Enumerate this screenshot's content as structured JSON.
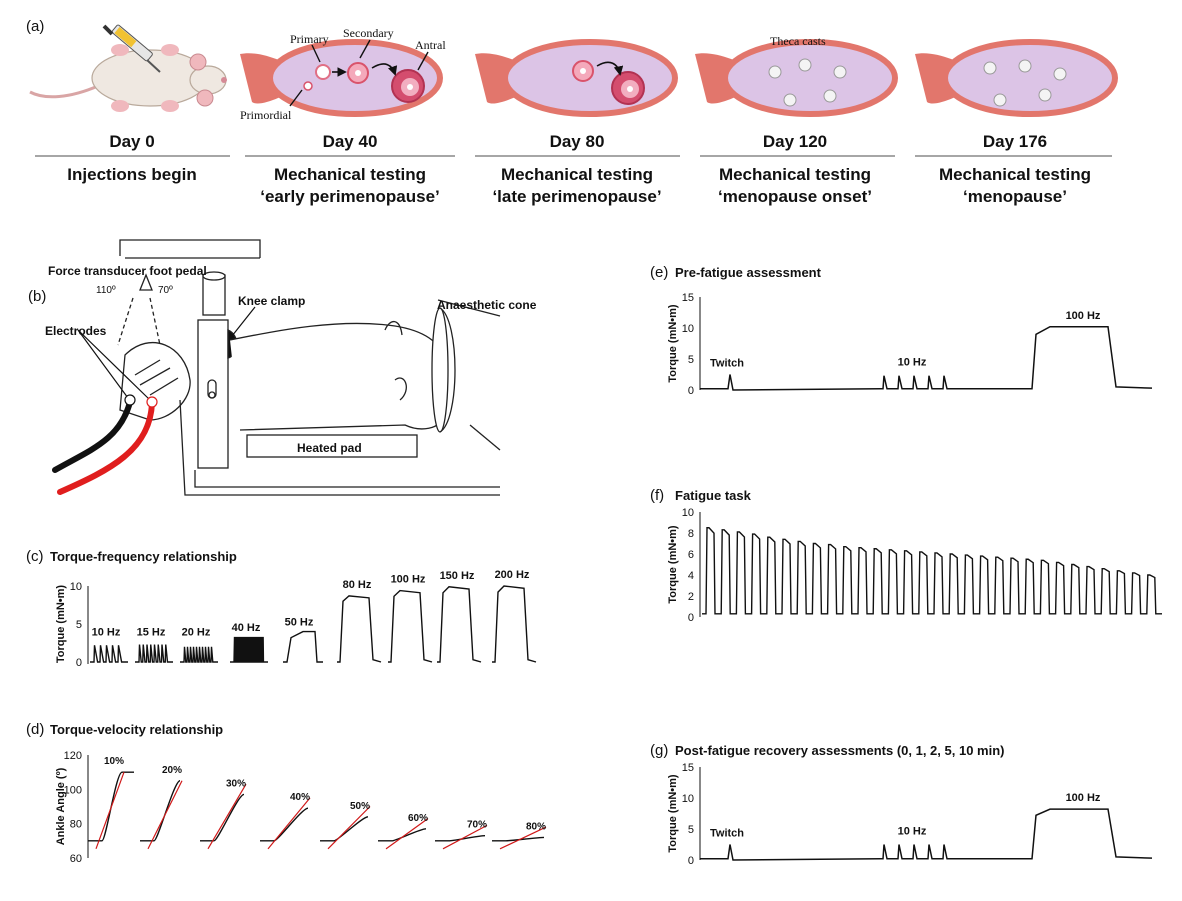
{
  "panel_a": {
    "letter": "(a)",
    "days": [
      "Day 0",
      "Day 40",
      "Day 80",
      "Day 120",
      "Day 176"
    ],
    "descriptions": [
      [
        "Injections begin"
      ],
      [
        "Mechanical testing",
        "‘early perimenopause’"
      ],
      [
        "Mechanical testing",
        "‘late perimenopause’"
      ],
      [
        "Mechanical testing",
        "‘menopause onset’"
      ],
      [
        "Mechanical testing",
        "‘menopause’"
      ]
    ],
    "follicle_labels": {
      "primary": "Primary",
      "secondary": "Secondary",
      "antral": "Antral",
      "primordial": "Primordial",
      "theca": "Theca casts"
    }
  },
  "panel_b": {
    "letter": "(b)",
    "labels": {
      "pedal": "Force transducer foot pedal",
      "angle_left": "110º",
      "angle_right": "70º",
      "electrodes": "Electrodes",
      "knee": "Knee clamp",
      "cone": "Anaesthetic cone",
      "pad": "Heated pad"
    }
  },
  "chart_data": [
    {
      "id": "c",
      "letter": "(c)",
      "type": "line",
      "title": "Torque-frequency relationship",
      "ylabel": "Torque (mN•m)",
      "ylim": [
        0,
        10
      ],
      "yticks": [
        "0",
        "5",
        "10"
      ],
      "series": [
        {
          "name": "10 Hz",
          "peak": 2.2
        },
        {
          "name": "15 Hz",
          "peak": 2.3
        },
        {
          "name": "20 Hz",
          "peak": 2.0
        },
        {
          "name": "40 Hz",
          "peak": 3.3
        },
        {
          "name": "50 Hz",
          "peak": 4.0
        },
        {
          "name": "80 Hz",
          "peak": 8.7
        },
        {
          "name": "100 Hz",
          "peak": 9.4
        },
        {
          "name": "150 Hz",
          "peak": 9.9
        },
        {
          "name": "200 Hz",
          "peak": 10.0
        }
      ]
    },
    {
      "id": "d",
      "letter": "(d)",
      "type": "line",
      "title": "Torque-velocity relationship",
      "ylabel": "Ankle Angle (º)",
      "ylim": [
        60,
        120
      ],
      "yticks": [
        "60",
        "80",
        "100",
        "120"
      ],
      "series": [
        {
          "name": "10%",
          "end_angle": 110
        },
        {
          "name": "20%",
          "end_angle": 105
        },
        {
          "name": "30%",
          "end_angle": 97
        },
        {
          "name": "40%",
          "end_angle": 89
        },
        {
          "name": "50%",
          "end_angle": 84
        },
        {
          "name": "60%",
          "end_angle": 77
        },
        {
          "name": "70%",
          "end_angle": 73
        },
        {
          "name": "80%",
          "end_angle": 72
        }
      ]
    },
    {
      "id": "e",
      "letter": "(e)",
      "type": "line",
      "title": "Pre-fatigue assessment",
      "ylabel": "Torque (mN•m)",
      "ylim": [
        0,
        15
      ],
      "yticks": [
        "0",
        "5",
        "10",
        "15"
      ],
      "annotations": [
        "Twitch",
        "10 Hz",
        "100 Hz"
      ],
      "values": {
        "twitch": 2.5,
        "hz10": 2.3,
        "hz100": 10.2
      }
    },
    {
      "id": "f",
      "letter": "(f)",
      "type": "line",
      "title": "Fatigue task",
      "ylabel": "Torque (mN•m)",
      "ylim": [
        0,
        10
      ],
      "yticks": [
        "0",
        "2",
        "4",
        "6",
        "8",
        "10"
      ],
      "contraction_peaks": [
        8.5,
        8.3,
        8.1,
        7.9,
        7.6,
        7.4,
        7.2,
        7.0,
        6.9,
        6.7,
        6.6,
        6.5,
        6.4,
        6.3,
        6.2,
        6.1,
        6.0,
        5.9,
        5.8,
        5.7,
        5.6,
        5.5,
        5.4,
        5.2,
        5.0,
        4.8,
        4.6,
        4.4,
        4.2,
        4.0
      ]
    },
    {
      "id": "g",
      "letter": "(g)",
      "type": "line",
      "title": "Post-fatigue recovery assessments (0, 1, 2, 5, 10 min)",
      "ylabel": "Torque (mN•m)",
      "ylim": [
        0,
        15
      ],
      "yticks": [
        "0",
        "5",
        "10",
        "15"
      ],
      "annotations": [
        "Twitch",
        "10 Hz",
        "100 Hz"
      ],
      "values": {
        "twitch": 2.5,
        "hz10": 2.5,
        "hz100": 8.2
      }
    }
  ]
}
